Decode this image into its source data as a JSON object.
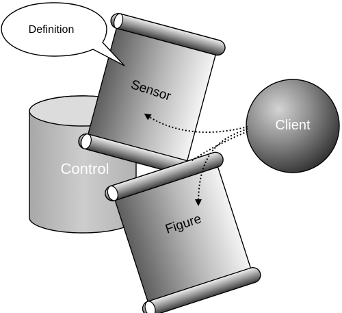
{
  "callout": {
    "text": "Definition"
  },
  "nodes": {
    "sensor": {
      "label": "Sensor"
    },
    "figure": {
      "label": "Figure"
    },
    "control": {
      "label": "Control"
    },
    "client": {
      "label": "Client"
    }
  },
  "icons": {
    "scroll": "scroll-icon",
    "database": "database-cylinder-icon",
    "sphere": "sphere-icon",
    "callout": "speech-bubble-icon"
  },
  "colors": {
    "stroke": "#000000",
    "background": "#ffffff",
    "scroll_dark": "#5a5a5a",
    "scroll_light": "#f2f2f2",
    "cylinder": "#c4c4c4",
    "sphere_light": "#d8d8d8",
    "sphere_dark": "#3a3a3a"
  }
}
